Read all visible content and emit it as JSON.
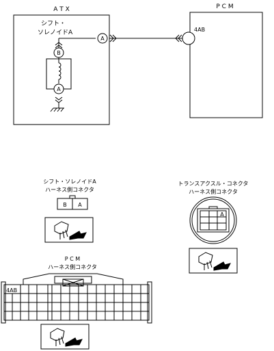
{
  "wiring": {
    "atx_label": "A T X",
    "pcm_label": "P C M",
    "solenoid_name_line1": "シフト・",
    "solenoid_name_line2": "ソレノイドA",
    "terminal_a": "A",
    "terminal_b": "B",
    "pcm_terminal": "4AB"
  },
  "connectors": {
    "solenoid_title_line1": "シフト・ソレノイドA",
    "solenoid_title_line2": "ハーネス側コネクタ",
    "solenoid_pins": [
      "B",
      "A"
    ],
    "transaxle_title_line1": "トランスアクスル・コネクタ",
    "transaxle_title_line2": "ハーネス側コネクタ",
    "transaxle_pin": "A",
    "pcm_title_line1": "P C M",
    "pcm_title_line2": "ハーネス側コネクタ",
    "pcm_pin": "4AB"
  }
}
